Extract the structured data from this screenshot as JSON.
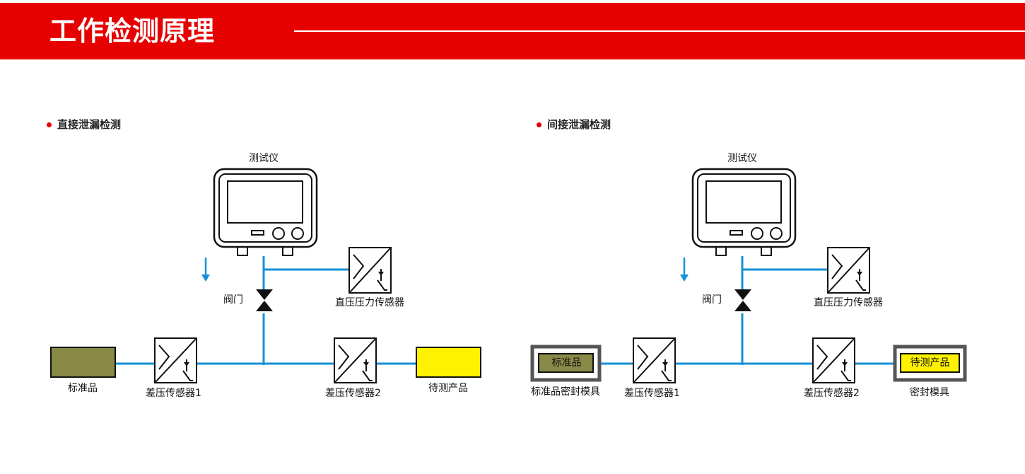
{
  "banner": {
    "title": "工作检测原理"
  },
  "colors": {
    "banner": "#e60000",
    "pipe": "#1591d6",
    "standard": "#8a8a48",
    "product": "#fff200"
  },
  "direct": {
    "heading": "直接泄漏检测",
    "tester_label": "测试仪",
    "valve_label": "阀门",
    "pressure_sensor_label": "直压压力传感器",
    "dp_sensor1_label": "差压传感器1",
    "dp_sensor2_label": "差压传感器2",
    "standard_label": "标准品",
    "product_label": "待测产品"
  },
  "indirect": {
    "heading": "间接泄漏检测",
    "tester_label": "测试仪",
    "valve_label": "阀门",
    "pressure_sensor_label": "直压压力传感器",
    "dp_sensor1_label": "差压传感器1",
    "dp_sensor2_label": "差压传感器2",
    "standard_inner": "标准品",
    "standard_fixture_label": "标准品密封模具",
    "product_inner": "待测产品",
    "product_fixture_label": "密封模具"
  }
}
